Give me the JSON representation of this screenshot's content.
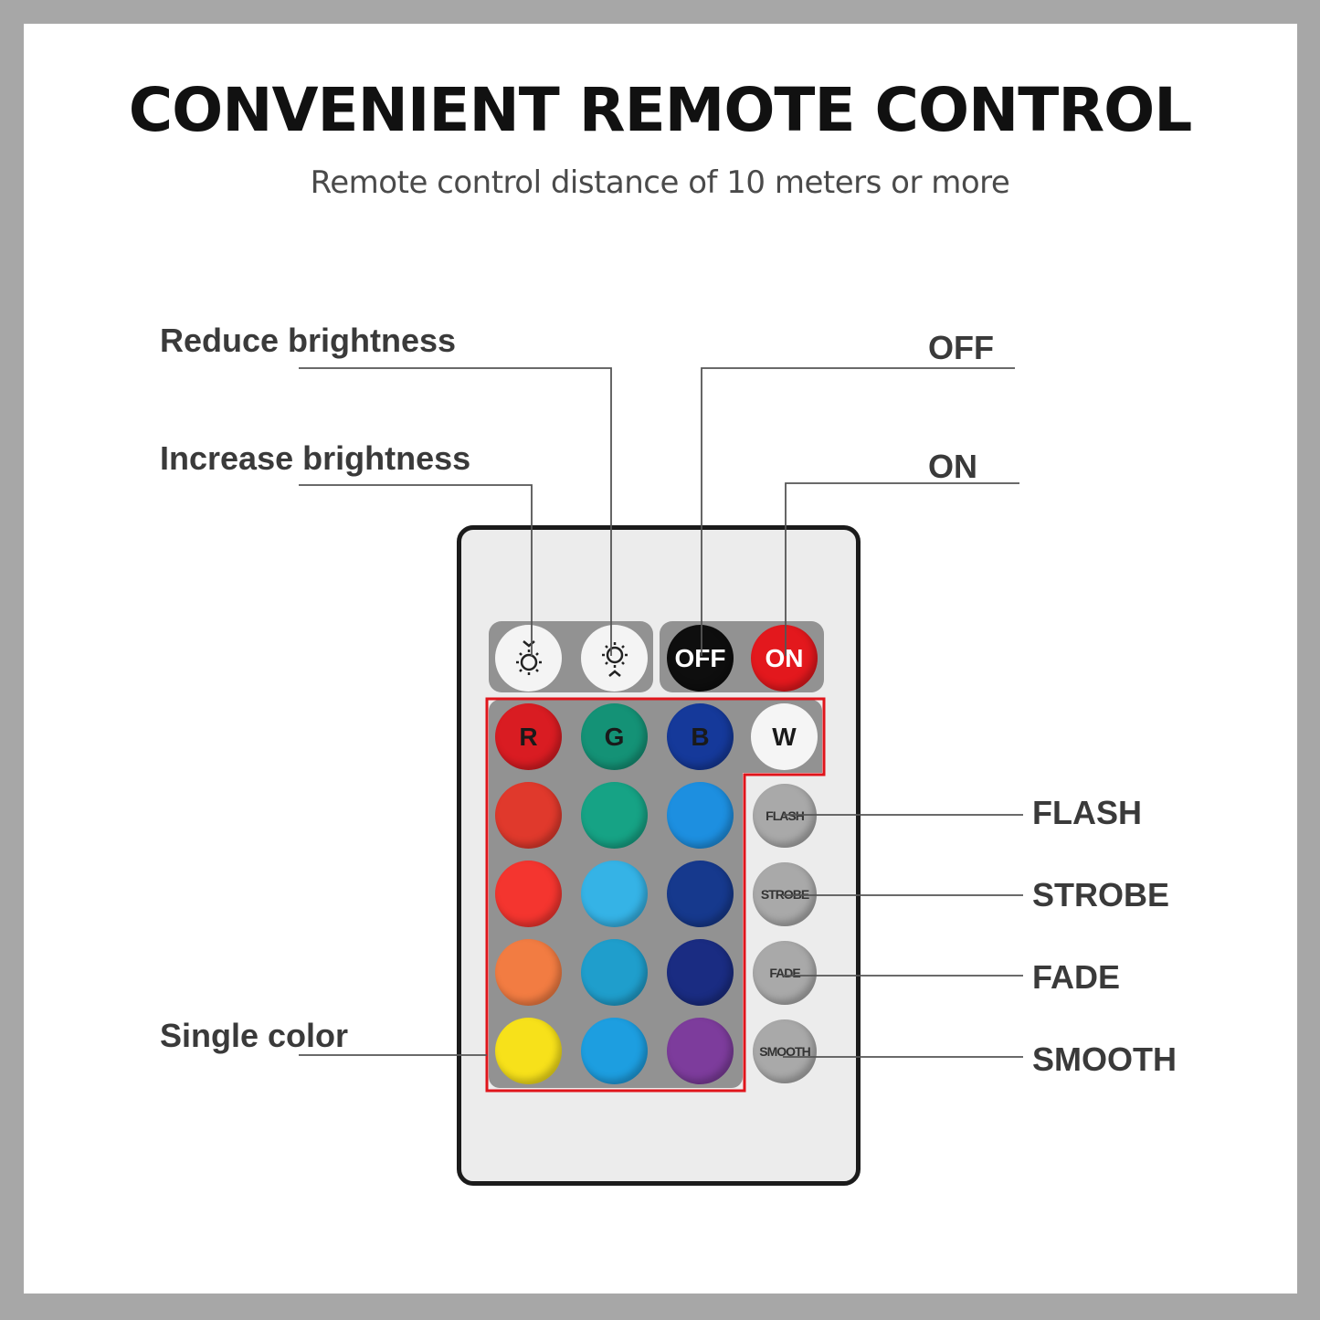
{
  "header": {
    "title": "CONVENIENT REMOTE CONTROL",
    "subtitle": "Remote control distance of 10 meters or more"
  },
  "callouts": {
    "reduce_brightness": "Reduce brightness",
    "increase_brightness": "Increase brightness",
    "off": "OFF",
    "on": "ON",
    "flash": "FLASH",
    "strobe": "STROBE",
    "fade": "FADE",
    "smooth": "SMOOTH",
    "single_color": "Single color"
  },
  "remote": {
    "top_row": [
      {
        "name": "brightness-down-button",
        "icon": "sun-arrow-down-icon",
        "label": "",
        "color": "#f4f4f4"
      },
      {
        "name": "brightness-up-button",
        "icon": "sun-arrow-up-icon",
        "label": "",
        "color": "#f4f4f4"
      },
      {
        "name": "off-button",
        "icon": "",
        "label": "OFF",
        "color": "#0e0e0e"
      },
      {
        "name": "on-button",
        "icon": "",
        "label": "ON",
        "color": "#e3181d"
      }
    ],
    "rgbw_row": [
      {
        "label": "R",
        "color": "#d91c22"
      },
      {
        "label": "G",
        "color": "#149276"
      },
      {
        "label": "B",
        "color": "#15399a"
      },
      {
        "label": "W",
        "color": "#f5f5f5"
      }
    ],
    "color_grid": [
      [
        "#e0392c",
        "#16a385",
        "#1d8fe0"
      ],
      [
        "#f4352f",
        "#35b3e6",
        "#16398d"
      ],
      [
        "#f27c42",
        "#1f9ecc",
        "#1a2c82"
      ],
      [
        "#f7e11a",
        "#1d9ee0",
        "#7d3c9c"
      ]
    ],
    "mode_buttons": [
      "FLASH",
      "STROBE",
      "FADE",
      "SMOOTH"
    ],
    "mode_button_color": "#a9a9a9"
  }
}
